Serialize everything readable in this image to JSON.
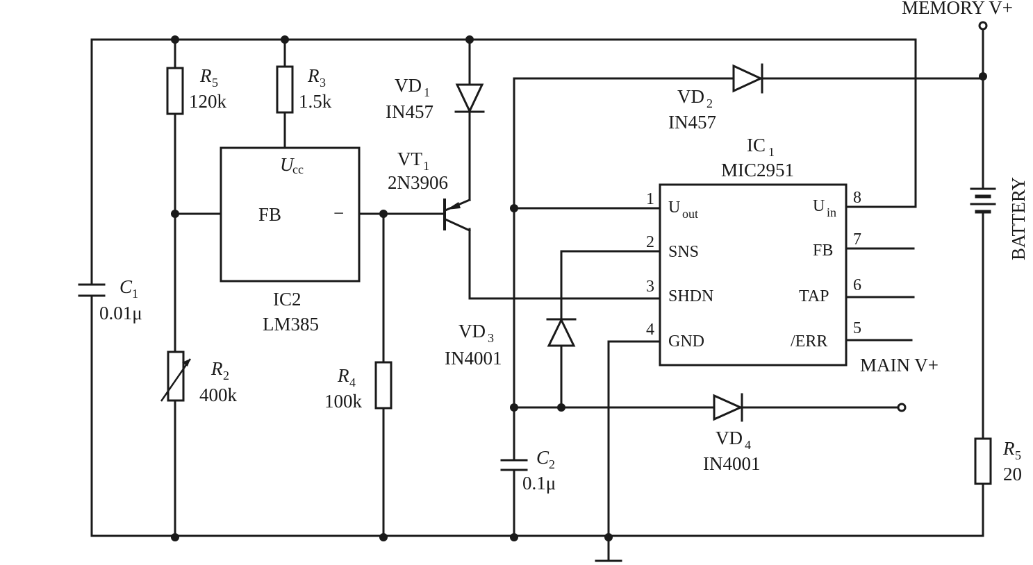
{
  "labels": {
    "memory_v": "MEMORY V+",
    "main_v": "MAIN V+",
    "battery": "BATTERY",
    "r5_top_name": "R",
    "r5_top_sub": "5",
    "r5_top_val": "120k",
    "r3_name": "R",
    "r3_sub": "3",
    "r3_val": "1.5k",
    "r2_name": "R",
    "r2_sub": "2",
    "r2_val": "400k",
    "r4_name": "R",
    "r4_sub": "4",
    "r4_val": "100k",
    "r5_bot_name": "R",
    "r5_bot_sub": "5",
    "r5_bot_val": "20",
    "c1_name": "C",
    "c1_sub": "1",
    "c1_val": "0.01μ",
    "c2_name": "C",
    "c2_sub": "2",
    "c2_val": "0.1μ",
    "vd1_name": "VD",
    "vd1_sub": "1",
    "vd1_part": "IN457",
    "vd2_name": "VD",
    "vd2_sub": "2",
    "vd2_part": "IN457",
    "vd3_name": "VD",
    "vd3_sub": "3",
    "vd3_part": "IN4001",
    "vd4_name": "VD",
    "vd4_sub": "4",
    "vd4_part": "IN4001",
    "vt1_name": "VT",
    "vt1_sub": "1",
    "vt1_part": "2N3906",
    "ic1_name": "IC",
    "ic1_sub": "1",
    "ic1_part": "MIC2951",
    "ic2_name": "IC2",
    "ic2_part": "LM385",
    "ic2_ucc": "U",
    "ic2_ucc_sub": "cc",
    "ic2_fb": "FB",
    "ic2_minus": "−"
  },
  "ic1_pins_left": [
    {
      "num": "1",
      "name": "U",
      "sub": "out"
    },
    {
      "num": "2",
      "name": "SNS",
      "sub": ""
    },
    {
      "num": "3",
      "name": "SHDN",
      "sub": ""
    },
    {
      "num": "4",
      "name": "GND",
      "sub": ""
    }
  ],
  "ic1_pins_right": [
    {
      "num": "8",
      "name": "U",
      "sub": "in"
    },
    {
      "num": "7",
      "name": "FB",
      "sub": ""
    },
    {
      "num": "6",
      "name": "TAP",
      "sub": ""
    },
    {
      "num": "5",
      "name": "/ERR",
      "sub": ""
    }
  ]
}
